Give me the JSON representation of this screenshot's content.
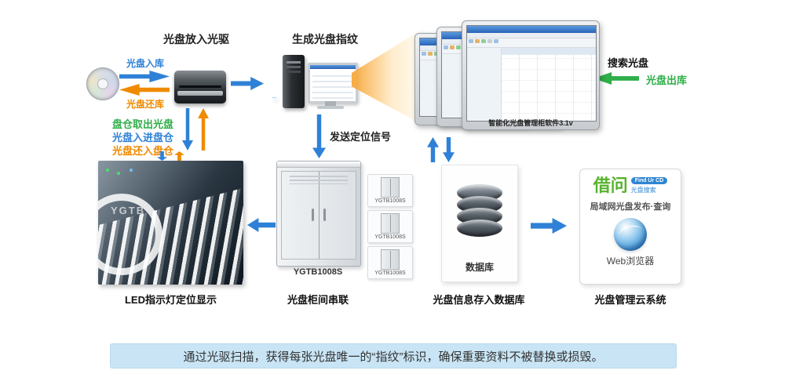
{
  "colors": {
    "blue": "#2e81d6",
    "orange": "#f08a00",
    "green": "#2fae49",
    "banner_bg": "#c9e5f5"
  },
  "top": {
    "drive_title": "光盘放入光驱",
    "fingerprint_title": "生成光盘指纹",
    "disc_in_label": "光盘入库",
    "disc_return_label": "光盘还库",
    "search_label": "搜索光盘",
    "disc_out_label": "光盘出库"
  },
  "left_flow": {
    "line1": "盘仓取出光盘",
    "line2": "光盘入进盘仓",
    "line3": "光盘还入盘仓"
  },
  "signal_label": "发送定位信号",
  "software_caption": "智能化光盘管理柜软件3.1v",
  "panels": {
    "led": {
      "caption": "LED指示灯定位显示",
      "watermark": "YGTB"
    },
    "cabinet": {
      "model": "YGTB1008S",
      "caption": "光盘柜间串联"
    },
    "database": {
      "label": "数据库",
      "caption": "光盘信息存入数据库"
    },
    "cloud": {
      "brand": "借问",
      "badge": "Find Ur CD",
      "tagline": "光盘搜索",
      "line": "局域网光盘发布·查询",
      "browser": "Web浏览器",
      "caption": "光盘管理云系统"
    }
  },
  "banner": "通过光驱扫描，获得每张光盘唯一的“指纹”标识，确保重要资料不被替换或损毁。"
}
